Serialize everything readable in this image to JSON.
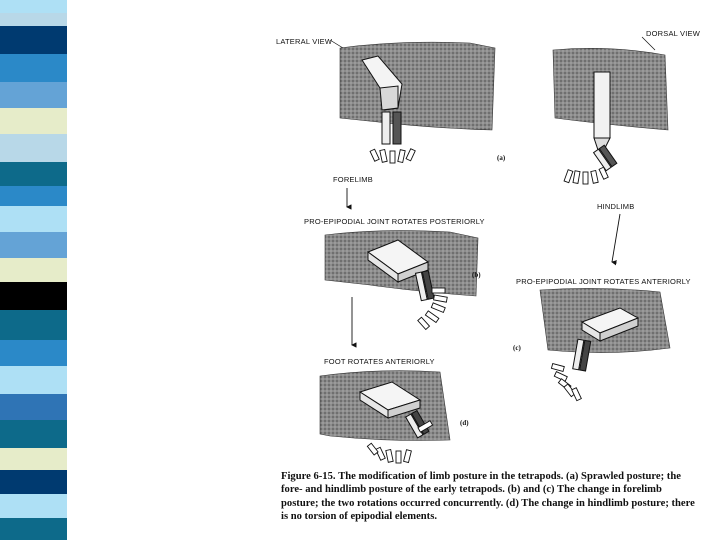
{
  "slide": {
    "stripe_colors": [
      "#2f74b5",
      "#b8d8e8",
      "#0d6a8a",
      "#64a3d6",
      "#e6ecc9",
      "#003a70",
      "#2b89c8",
      "#000000",
      "#aee0f5",
      "#ffffff"
    ]
  },
  "figure": {
    "labels": {
      "lateral_view": "LATERAL VIEW",
      "dorsal_view": "DORSAL VIEW",
      "forelimb": "FORELIMB",
      "hindlimb": "HINDLIMB",
      "pro_epipodial_posterior": "PRO-EPIPODIAL JOINT ROTATES POSTERIORLY",
      "pro_epipodial_anterior": "PRO-EPIPODIAL JOINT ROTATES ANTERIORLY",
      "foot_rotates": "FOOT ROTATES ANTERIORLY"
    },
    "panels": {
      "a": "(a)",
      "b": "(b)",
      "c": "(c)",
      "d": "(d)"
    }
  },
  "caption": {
    "number": "Figure 6-15.",
    "text": "The modification of limb posture in the tetrapods. (a) Sprawled posture; the fore- and hindlimb posture of the early tetrapods. (b) and (c) The change in forelimb posture; the two rotations occurred concurrently. (d) The change in hindlimb posture; there is no torsion of epipodial elements."
  }
}
